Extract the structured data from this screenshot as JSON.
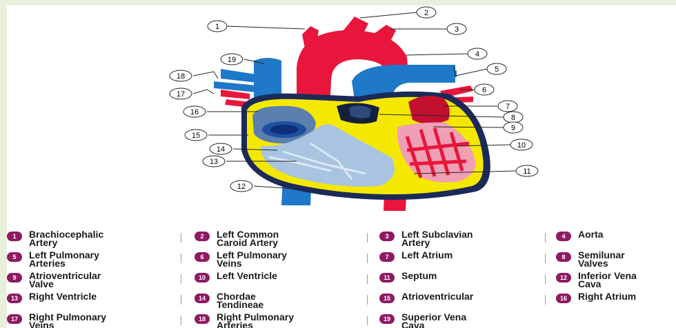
{
  "diagram": {
    "callouts": [
      "1",
      "2",
      "3",
      "4",
      "5",
      "6",
      "7",
      "8",
      "9",
      "10",
      "11",
      "12",
      "13",
      "14",
      "15",
      "16",
      "17",
      "18",
      "19"
    ]
  },
  "legend": [
    {
      "num": "1",
      "label": "Brachiocephalic\nArtery"
    },
    {
      "num": "2",
      "label": "Left Common\nCaroid Artery"
    },
    {
      "num": "3",
      "label": "Left Subclavian\nArtery"
    },
    {
      "num": "4",
      "label": "Aorta"
    },
    {
      "num": "5",
      "label": "Left Pulmonary\nArteries"
    },
    {
      "num": "6",
      "label": "Left Pulmonary\nVeins"
    },
    {
      "num": "7",
      "label": "Left Atrium"
    },
    {
      "num": "8",
      "label": "Semilunar\nValves"
    },
    {
      "num": "9",
      "label": "Atrioventricular\nValve"
    },
    {
      "num": "10",
      "label": "Left Ventricle"
    },
    {
      "num": "11",
      "label": "Septum"
    },
    {
      "num": "12",
      "label": "Inferior Vena\nCava"
    },
    {
      "num": "13",
      "label": "Right Ventricle"
    },
    {
      "num": "14",
      "label": "Chordae\nTendineae"
    },
    {
      "num": "15",
      "label": "Atrioventricular"
    },
    {
      "num": "16",
      "label": "Right Atrium"
    },
    {
      "num": "17",
      "label": "Right Pulmonary\nVeins"
    },
    {
      "num": "18",
      "label": "Right Pulmonary\nArteries"
    },
    {
      "num": "19",
      "label": "Superior Vena\nCava"
    }
  ],
  "colors": {
    "artery": "#e8163c",
    "vein": "#1f78c8",
    "wall": "#f5e800",
    "badge": "#8e1a63"
  }
}
